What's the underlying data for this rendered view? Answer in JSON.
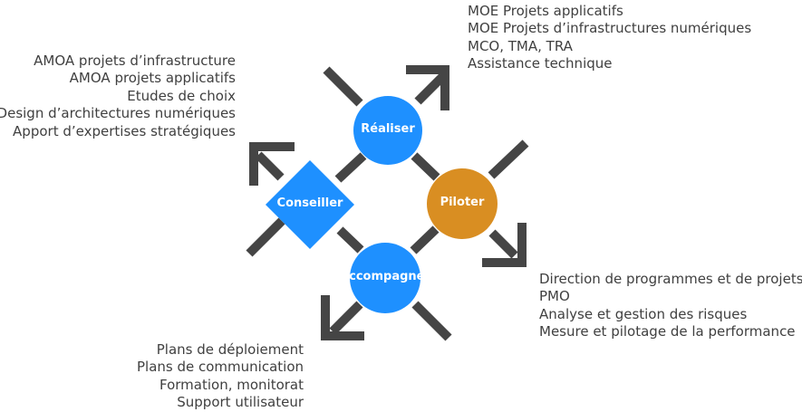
{
  "nodes": {
    "realiser": {
      "label": "Réaliser",
      "color": "#1E90FF"
    },
    "conseiller": {
      "label": "Conseiller",
      "color": "#1E90FF"
    },
    "piloter": {
      "label": "Piloter",
      "color": "#D98E22"
    },
    "accompagner": {
      "label": "Accompagner",
      "color": "#1E90FF"
    }
  },
  "arrow_color": "#454545",
  "lists": {
    "top_right": [
      "MOE Projets applicatifs",
      "MOE Projets d’infrastructures numériques",
      "MCO, TMA, TRA",
      "Assistance technique"
    ],
    "top_left": [
      "AMOA projets d’infrastructure",
      "AMOA projets applicatifs",
      "Etudes de choix",
      "Design d’architectures numériques",
      "Apport d’expertises stratégiques"
    ],
    "bottom_right": [
      "Direction de programmes et de projets",
      "PMO",
      "Analyse et gestion des risques",
      "Mesure et pilotage de la performance"
    ],
    "bottom_left": [
      "Plans de déploiement",
      "Plans de communication",
      "Formation, monitorat",
      "Support utilisateur"
    ]
  }
}
